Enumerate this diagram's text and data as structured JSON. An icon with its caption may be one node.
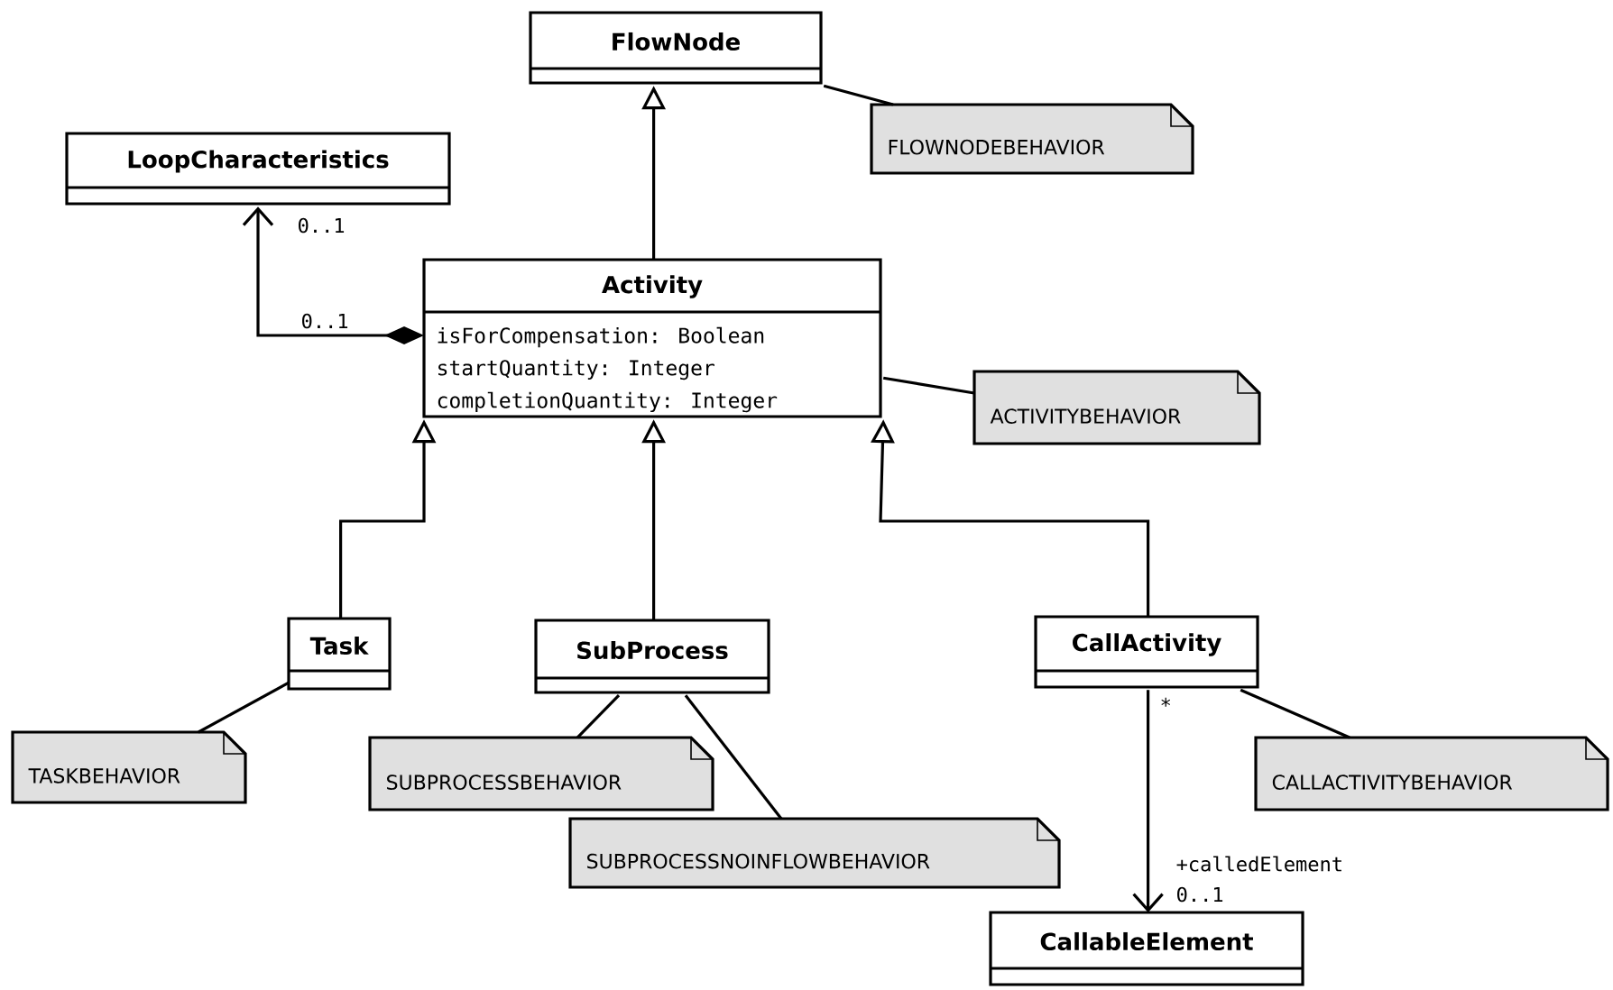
{
  "diagram": {
    "nodes": [
      {
        "text": [
          "FlowNode"
        ]
      },
      {
        "text": [
          "FLOWNODEBEHAVIOR"
        ]
      },
      {
        "text": [
          "LoopCharacteristics"
        ]
      },
      {
        "text": [
          "Activity",
          "isForCompensation: Boolean",
          "startQuantity: Integer",
          "completionQuantity: Integer"
        ]
      },
      {
        "text": [
          "ACTIVITYBEHAVIOR"
        ]
      },
      {
        "text": [
          "Task"
        ]
      },
      {
        "text": [
          "SubProcess"
        ]
      },
      {
        "text": [
          "CallActivity"
        ]
      },
      {
        "text": [
          "TASKBEHAVIOR"
        ]
      },
      {
        "text": [
          "SUBPROCESSBEHAVIOR"
        ]
      },
      {
        "text": [
          "CALLACTIVITYBEHAVIOR"
        ]
      },
      {
        "text": [
          "SUBPROCESSNOINFLOWBEHAVIOR"
        ]
      },
      {
        "text": [
          "CallableElement"
        ]
      }
    ],
    "edges": [
      {
        "from": 3,
        "to": 2,
        "arrow": "to",
        "label": "0..1"
      },
      {
        "from": 3,
        "to": 0,
        "arrow": "to"
      },
      {
        "from": 0,
        "to": 1,
        "arrow": "none"
      },
      {
        "from": 3,
        "to": 4,
        "arrow": "none"
      },
      {
        "from": 5,
        "to": 3,
        "arrow": "to"
      },
      {
        "from": 6,
        "to": 3,
        "arrow": "to"
      },
      {
        "from": 7,
        "to": 3,
        "arrow": "to"
      },
      {
        "from": 5,
        "to": 8,
        "arrow": "none"
      },
      {
        "from": 6,
        "to": 9,
        "arrow": "none"
      },
      {
        "from": 6,
        "to": 11,
        "arrow": "none"
      },
      {
        "from": 7,
        "to": 10,
        "arrow": "none"
      },
      {
        "from": 7,
        "to": 12,
        "arrow": "to",
        "label": "+calledElement"
      }
    ],
    "labels": [
      "0..1",
      "*",
      "0..1"
    ]
  }
}
